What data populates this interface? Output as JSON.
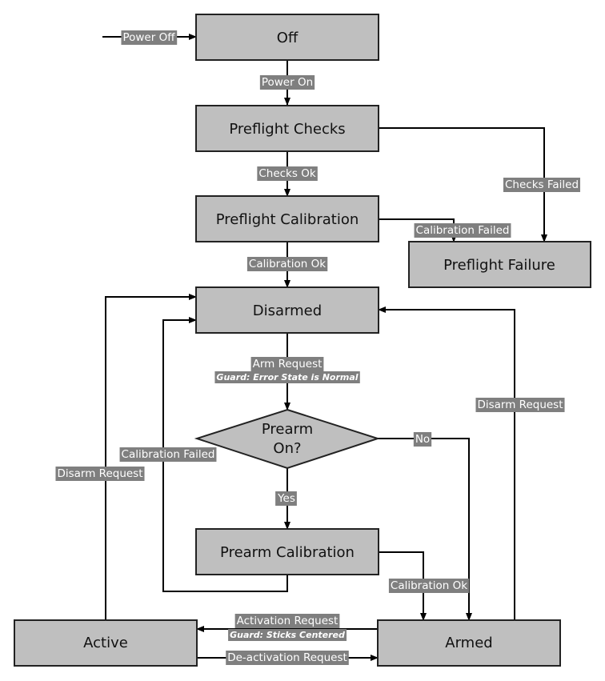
{
  "states": {
    "off": "Off",
    "preflight_checks": "Preflight Checks",
    "preflight_calibration": "Preflight Calibration",
    "preflight_failure": "Preflight Failure",
    "disarmed": "Disarmed",
    "prearm_line1": "Prearm",
    "prearm_line2": "On?",
    "prearm_calibration": "Prearm Calibration",
    "active": "Active",
    "armed": "Armed"
  },
  "transitions": {
    "power_off": "Power Off",
    "power_on": "Power On",
    "checks_ok": "Checks Ok",
    "checks_failed": "Checks Failed",
    "calibration_failed_preflight": "Calibration Failed",
    "calibration_ok_preflight": "Calibration Ok",
    "arm_request": "Arm Request",
    "arm_guard": "Guard: Error State is Normal",
    "disarm_request_armed": "Disarm Request",
    "no": "No",
    "yes": "Yes",
    "calibration_failed_prearm": "Calibration Failed",
    "disarm_request_active": "Disarm Request",
    "calibration_ok_prearm": "Calibration Ok",
    "activation_request": "Activation Request",
    "activation_guard": "Guard: Sticks Centered",
    "deactivation_request": "De-activation Request"
  },
  "colors": {
    "state_fill": "#bfbfbf",
    "label_background": "#7f7f7f",
    "line": "#000000"
  }
}
